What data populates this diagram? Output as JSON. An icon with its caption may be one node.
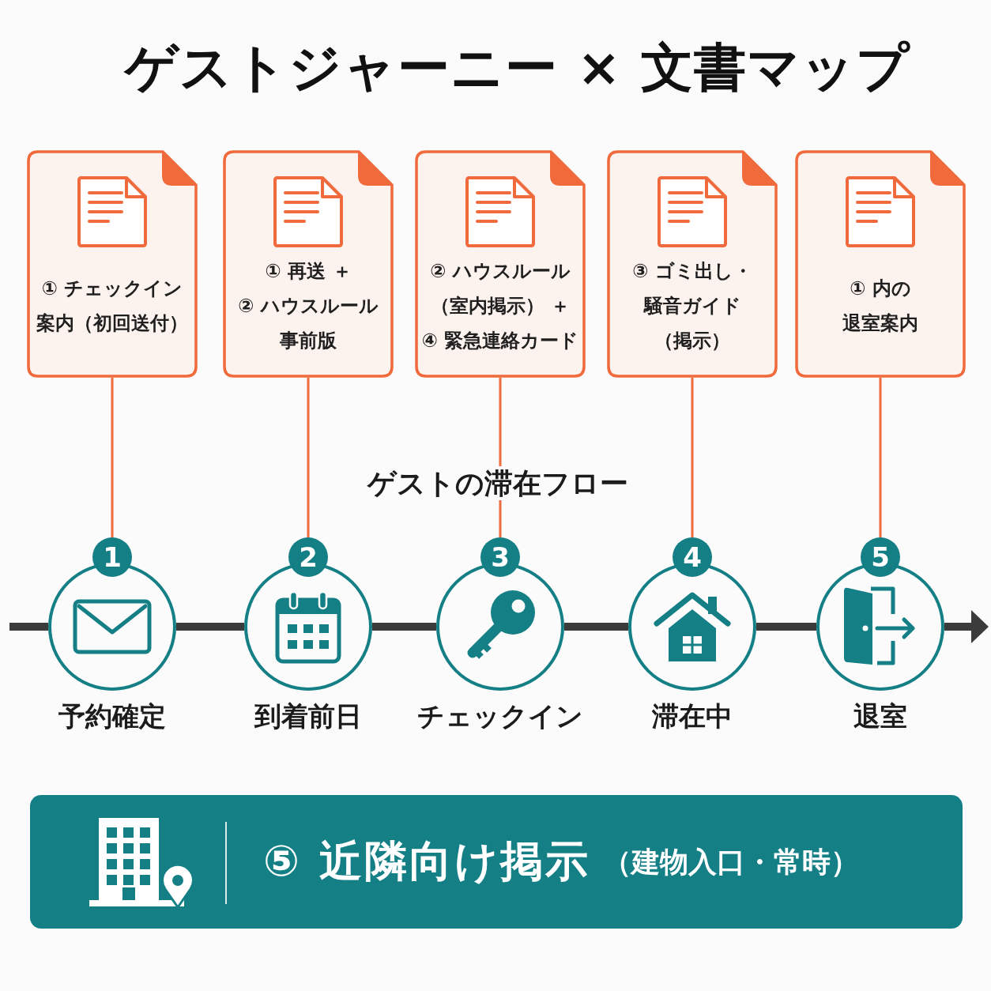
{
  "diagram": {
    "title": "ゲストジャーニー × 文書マップ",
    "nodes": [
      {
        "text": [
          "① チェックイン案内（初回送付）"
        ]
      },
      {
        "text": [
          "① 再送 ＋② ハウスルール事前版"
        ]
      },
      {
        "text": [
          "② ハウスルール（室内掲示） ＋④ 緊急連絡カード"
        ]
      },
      {
        "text": [
          "③ ゴミ出し・騒音ガイド（掲示）"
        ]
      },
      {
        "text": [
          "① 内の退室案内"
        ]
      },
      {
        "text": [
          "1"
        ],
        "beside": [
          "予約確定"
        ]
      },
      {
        "text": [
          "2"
        ],
        "beside": [
          "到着前日"
        ]
      },
      {
        "text": [
          "3"
        ],
        "beside": [
          "チェックイン"
        ]
      },
      {
        "text": [
          "4"
        ],
        "beside": [
          "滞在中"
        ]
      },
      {
        "text": [
          "5"
        ],
        "beside": [
          "退室"
        ]
      },
      {
        "text": [
          "⑤ 近隣向け掲示",
          "（建物入口・常時）"
        ]
      }
    ],
    "edges": [
      {
        "from": 0,
        "to": 5,
        "arrow": "none",
        "color": "#f06a3c"
      },
      {
        "from": 1,
        "to": 6,
        "arrow": "none",
        "color": "#f06a3c"
      },
      {
        "from": 2,
        "to": 7,
        "arrow": "none",
        "color": "#f06a3c"
      },
      {
        "from": 3,
        "to": 8,
        "arrow": "none",
        "color": "#f06a3c"
      },
      {
        "from": 4,
        "to": 9,
        "arrow": "none",
        "color": "#f06a3c"
      },
      {
        "from": null,
        "to": 5,
        "arrow": "none"
      },
      {
        "from": 5,
        "to": 6,
        "arrow": "none"
      },
      {
        "from": 6,
        "to": 7,
        "arrow": "none"
      },
      {
        "from": 7,
        "to": 8,
        "arrow": "none"
      },
      {
        "from": 8,
        "to": 9,
        "arrow": "none"
      },
      {
        "from": 9,
        "to": null,
        "arrow": "to"
      }
    ],
    "labels": [
      "ゲストの滞在フロー"
    ]
  }
}
